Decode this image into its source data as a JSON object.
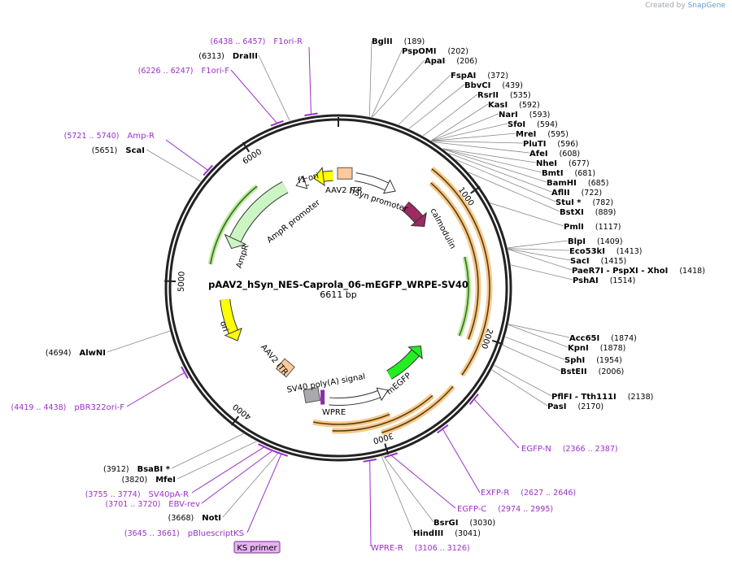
{
  "credit": {
    "prefix": "Created by",
    "brand": "SnapGene"
  },
  "plasmid": {
    "name": "pAAV2_hSyn_NES-Caprola_06-mEGFP_WRPE-SV40",
    "size": "6611 bp",
    "length": 6611
  },
  "ticks": [
    "1000",
    "2000",
    "3000",
    "4000",
    "5000",
    "6000"
  ],
  "features": [
    {
      "label": "f1 ori"
    },
    {
      "label": "AAV2 ITR"
    },
    {
      "label": "hSyn promoter"
    },
    {
      "label": "calmodulin"
    },
    {
      "label": "AmpR promoter"
    },
    {
      "label": "AmpR"
    },
    {
      "label": "ori"
    },
    {
      "label": "AAV2 ITR"
    },
    {
      "label": "SV40 poly(A) signal"
    },
    {
      "label": "mEGFP"
    },
    {
      "label": "WPRE"
    }
  ],
  "enzymes_right": [
    {
      "name": "BglII",
      "pos": "(189)"
    },
    {
      "name": "PspOMI",
      "pos": "(202)"
    },
    {
      "name": "ApaI",
      "pos": "(206)"
    },
    {
      "name": "FspAI",
      "pos": "(372)"
    },
    {
      "name": "BbvCI",
      "pos": "(439)"
    },
    {
      "name": "RsrII",
      "pos": "(535)"
    },
    {
      "name": "KasI",
      "pos": "(592)"
    },
    {
      "name": "NarI",
      "pos": "(593)"
    },
    {
      "name": "SfoI",
      "pos": "(594)"
    },
    {
      "name": "MreI",
      "pos": "(595)"
    },
    {
      "name": "PluTI",
      "pos": "(596)"
    },
    {
      "name": "AfeI",
      "pos": "(608)"
    },
    {
      "name": "NheI",
      "pos": "(677)"
    },
    {
      "name": "BmtI",
      "pos": "(681)"
    },
    {
      "name": "BamHI",
      "pos": "(685)"
    },
    {
      "name": "AflII",
      "pos": "(722)"
    },
    {
      "name": "StuI *",
      "pos": "(782)"
    },
    {
      "name": "BstXI",
      "pos": "(889)"
    },
    {
      "name": "PmlI",
      "pos": "(1117)"
    },
    {
      "name": "BlpI",
      "pos": "(1409)"
    },
    {
      "name": "Eco53kI",
      "pos": "(1413)"
    },
    {
      "name": "SacI",
      "pos": "(1415)"
    },
    {
      "name": "PaeR7I - PspXI - XhoI",
      "pos": "(1418)"
    },
    {
      "name": "PshAI",
      "pos": "(1514)"
    },
    {
      "name": "Acc65I",
      "pos": "(1874)"
    },
    {
      "name": "KpnI",
      "pos": "(1878)"
    },
    {
      "name": "SphI",
      "pos": "(1954)"
    },
    {
      "name": "BstEII",
      "pos": "(2006)"
    },
    {
      "name": "PflFI - Tth111I",
      "pos": "(2138)"
    },
    {
      "name": "PasI",
      "pos": "(2170)"
    }
  ],
  "enzymes_other": [
    {
      "name": "DraIII",
      "pos": "(6313)"
    },
    {
      "name": "ScaI",
      "pos": "(5651)"
    },
    {
      "name": "AlwNI",
      "pos": "(4694)"
    },
    {
      "name": "BsaBI *",
      "pos": "(3912)"
    },
    {
      "name": "MfeI",
      "pos": "(3820)"
    },
    {
      "name": "NotI",
      "pos": "(3668)"
    },
    {
      "name": "BsrGI",
      "pos": "(3030)"
    },
    {
      "name": "HindIII",
      "pos": "(3041)"
    }
  ],
  "primers": [
    {
      "name": "F1ori-R",
      "pos": "(6438 .. 6457)"
    },
    {
      "name": "F1ori-F",
      "pos": "(6226 .. 6247)"
    },
    {
      "name": "Amp-R",
      "pos": "(5721 .. 5740)"
    },
    {
      "name": "pBR322ori-F",
      "pos": "(4419 .. 4438)"
    },
    {
      "name": "SV40pA-R",
      "pos": "(3755 .. 3774)"
    },
    {
      "name": "EBV-rev",
      "pos": "(3701 .. 3720)"
    },
    {
      "name": "pBluescriptKS",
      "pos": "(3645 .. 3661)"
    },
    {
      "name": "EGFP-N",
      "pos": "(2366 .. 2387)"
    },
    {
      "name": "EXFP-R",
      "pos": "(2627 .. 2646)"
    },
    {
      "name": "EGFP-C",
      "pos": "(2974 .. 2995)"
    },
    {
      "name": "WPRE-R",
      "pos": "(3106 .. 3126)"
    }
  ],
  "ks_primer": "KS primer",
  "colors": {
    "backbone": "#222222",
    "enzyme_line": "#888888",
    "primer": "#9b30c8",
    "f1ori": "#ffff00",
    "itr": "#ffc99a",
    "promoter": "#ffffff",
    "calmodulin": "#9c2a63",
    "ampr": "#ccf5c4",
    "ori": "#ffff00",
    "polyA": "#a7a9ac",
    "mEGFP": "#22ee22",
    "wpre": "#ffffff",
    "orf_highlight": "#f5c98a"
  }
}
